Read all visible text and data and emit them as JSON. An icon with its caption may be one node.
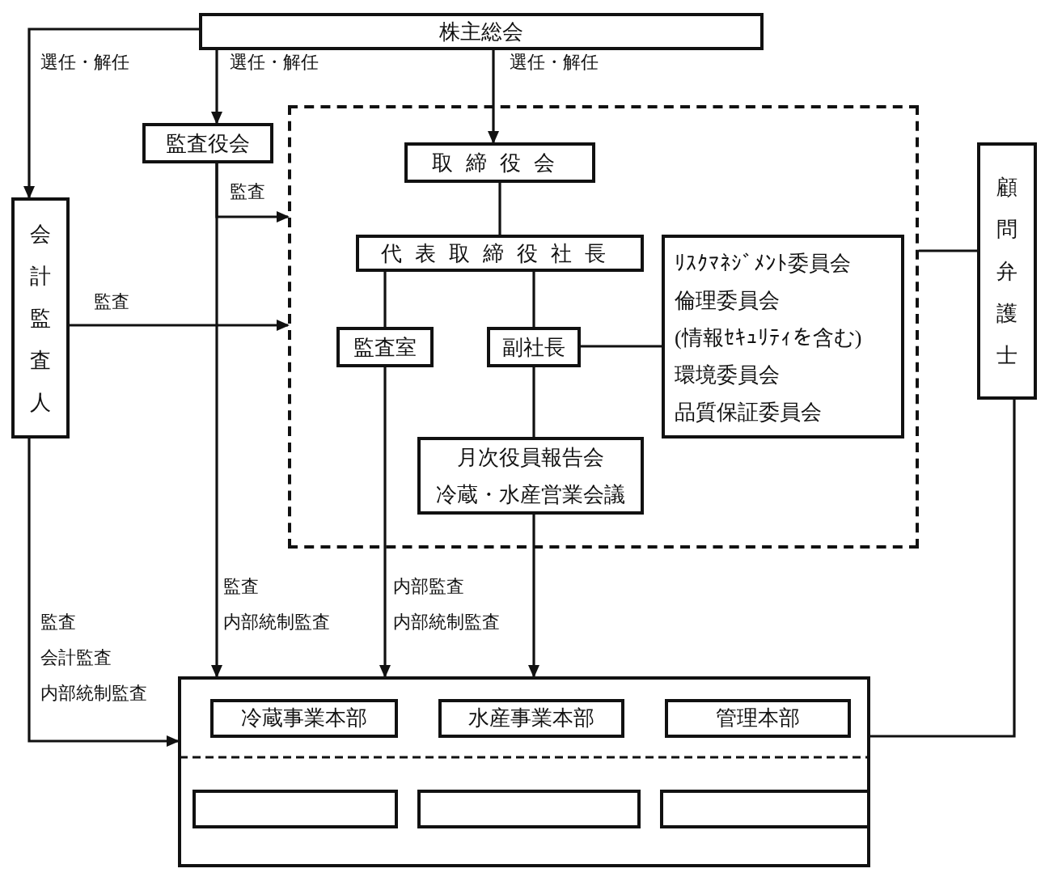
{
  "diagram": {
    "nodes": [
      {
        "text": [
          "株主総会"
        ]
      },
      {
        "text": [
          "監査役会"
        ]
      },
      {
        "text": [],
        "shape": "box"
      },
      {
        "text": [
          "取締役会"
        ],
        "in": 2
      },
      {
        "text": [
          "代表取締役社長"
        ],
        "in": 2
      },
      {
        "text": [
          "監査室"
        ],
        "in": 2
      },
      {
        "text": [
          "副社長"
        ],
        "in": 2
      },
      {
        "text": [
          "ﾘｽｸﾏﾈｼﾞﾒﾝﾄ委員会",
          "倫理委員会",
          "(情報ｾｷｭﾘﾃｨを含む)",
          "環境委員会",
          "品質保証委員会"
        ],
        "in": 2
      },
      {
        "text": [
          "月次役員報告会",
          "冷蔵・水産営業会議"
        ],
        "in": 2
      },
      {
        "text": [
          "会計監査人"
        ]
      },
      {
        "text": [
          "顧問弁護士"
        ]
      },
      {
        "text": [],
        "shape": "box"
      },
      {
        "text": [
          "冷蔵事業本部"
        ],
        "in": 11
      },
      {
        "text": [
          "水産事業本部"
        ],
        "in": 11
      },
      {
        "text": [
          "管理本部"
        ],
        "in": 11
      },
      {
        "text": [],
        "shape": "box",
        "in": 11
      },
      {
        "text": [],
        "shape": "box",
        "in": 11
      },
      {
        "text": [],
        "shape": "box",
        "in": 11
      }
    ],
    "edges": [
      {
        "from": 0,
        "to": 9,
        "arrow": "to",
        "label": "選任・解任"
      },
      {
        "from": 0,
        "to": 1,
        "arrow": "to",
        "label": "選任・解任"
      },
      {
        "from": 0,
        "to": 3,
        "arrow": "to",
        "label": "選任・解任"
      },
      {
        "from": 1,
        "to": 2,
        "arrow": "to",
        "label": "監査"
      },
      {
        "from": 9,
        "to": 2,
        "arrow": "to",
        "label": "監査"
      },
      {
        "from": 1,
        "to": 11,
        "arrow": "to",
        "label": "監査"
      },
      {
        "from": 3,
        "to": 4,
        "arrow": "none"
      },
      {
        "from": 4,
        "to": 5,
        "arrow": "none"
      },
      {
        "from": 4,
        "to": 6,
        "arrow": "none"
      },
      {
        "from": 6,
        "to": 7,
        "arrow": "none"
      },
      {
        "from": 6,
        "to": 8,
        "arrow": "none"
      },
      {
        "from": 5,
        "to": 11,
        "arrow": "to",
        "label": "内部監査"
      },
      {
        "from": 8,
        "to": 11,
        "arrow": "to"
      },
      {
        "from": 9,
        "to": 11,
        "arrow": "to",
        "label": "監査"
      },
      {
        "from": 10,
        "to": 2,
        "arrow": "none"
      },
      {
        "from": 10,
        "to": 11,
        "arrow": "none"
      }
    ],
    "labels": [
      "内部統制監査",
      "内部統制監査",
      "会計監査",
      "内部統制監査"
    ]
  }
}
